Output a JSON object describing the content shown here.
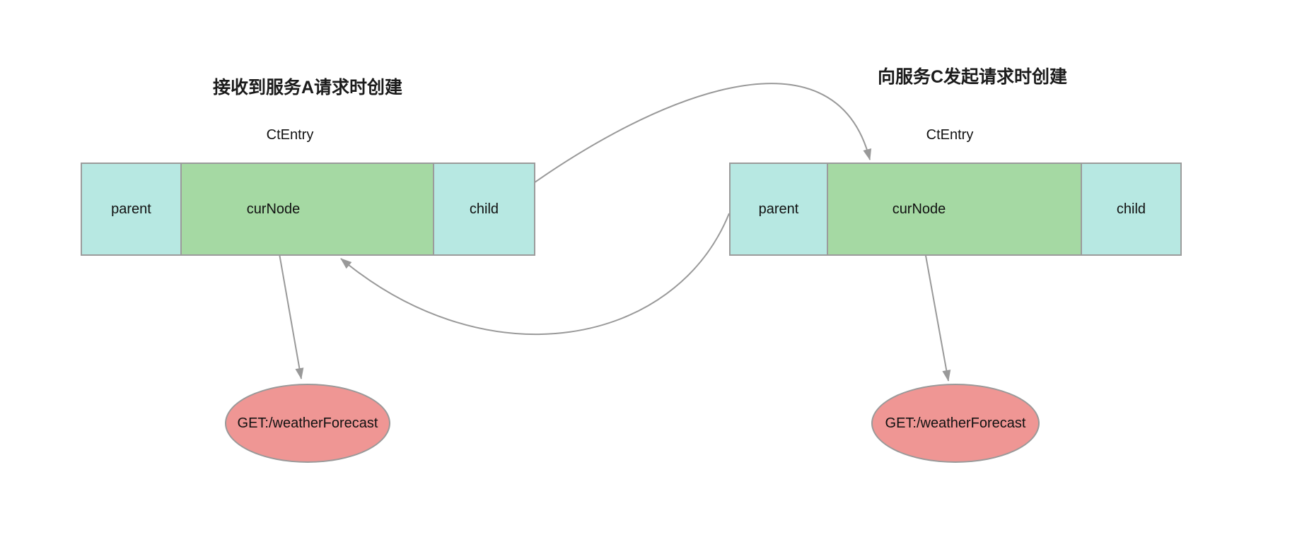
{
  "diagram": {
    "background": "#ffffff",
    "stroke_color": "#999999",
    "left": {
      "annotation": "接收到服务A请求时创建",
      "title": "CtEntry",
      "cells": [
        {
          "label": "parent",
          "color": "#b7e8e2"
        },
        {
          "label": "curNode",
          "color": "#a5d9a3"
        },
        {
          "label": "child",
          "color": "#b7e8e2"
        }
      ],
      "endpoint": {
        "label": "GET:/weatherForecast",
        "color": "#ef9694"
      }
    },
    "right": {
      "annotation": "向服务C发起请求时创建",
      "title": "CtEntry",
      "cells": [
        {
          "label": "parent",
          "color": "#b7e8e2"
        },
        {
          "label": "curNode",
          "color": "#a5d9a3"
        },
        {
          "label": "child",
          "color": "#b7e8e2"
        }
      ],
      "endpoint": {
        "label": "GET:/weatherForecast",
        "color": "#ef9694"
      }
    },
    "edges": [
      {
        "name": "left-child-to-right-ctentry",
        "from": "left.child",
        "to": "right.curNode (top edge)"
      },
      {
        "name": "right-parent-to-left-ctentry",
        "from": "right.parent",
        "to": "left.curNode (bottom edge)"
      },
      {
        "name": "left-curnode-to-endpoint",
        "from": "left.curNode",
        "to": "left.endpoint"
      },
      {
        "name": "right-curnode-to-endpoint",
        "from": "right.curNode",
        "to": "right.endpoint"
      }
    ]
  }
}
